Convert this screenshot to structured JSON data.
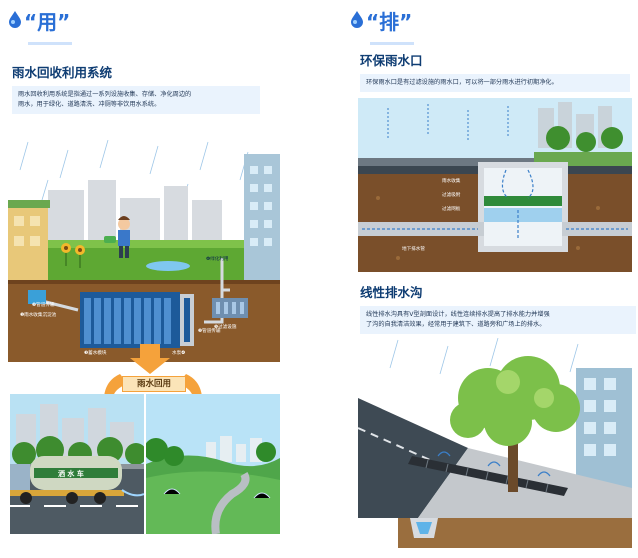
{
  "left": {
    "heading": "“用”",
    "subtitle": "雨水回收利用系统",
    "paragraph": [
      "雨水回收利用系统是指通过一系列设施收集、存储、净化周边的",
      "雨水，用于绿化、道路清洗、冲厕等非饮用水系统。"
    ],
    "labels": {
      "l1": "❶雨水收集沉淀池",
      "l2": "❷管道传输",
      "l3": "❸蓄水模块",
      "l4": "水泵❹",
      "l5": "❺过滤设施",
      "l6": "❻绿化利用",
      "l7": "❷管道传输"
    },
    "reuse_label": "雨水回用",
    "truck_text": "洒 水 车"
  },
  "right": {
    "heading": "“排”",
    "sub1": "环保雨水口",
    "para1": [
      "环保雨水口是有过滤设施的雨水口，可以将一部分雨水进行初期净化。"
    ],
    "inlet_labels": {
      "a": "雨水收集",
      "b": "过滤吸附",
      "c": "过滤网板",
      "d": "地下排水管"
    },
    "sub2": "线性排水沟",
    "para2": [
      "线性排水沟具有V型剖面设计，线性连续排水提高了排水能力并增强",
      "了沟的自我清洁效果，经常用于建筑下、道路旁和广场上的排水。"
    ]
  },
  "colors": {
    "accent": "#2a6fd6",
    "navy": "#0f3d73",
    "soil": "#8a5a2b",
    "grass": "#4c9a2a",
    "sky": "#bfe3f5"
  }
}
